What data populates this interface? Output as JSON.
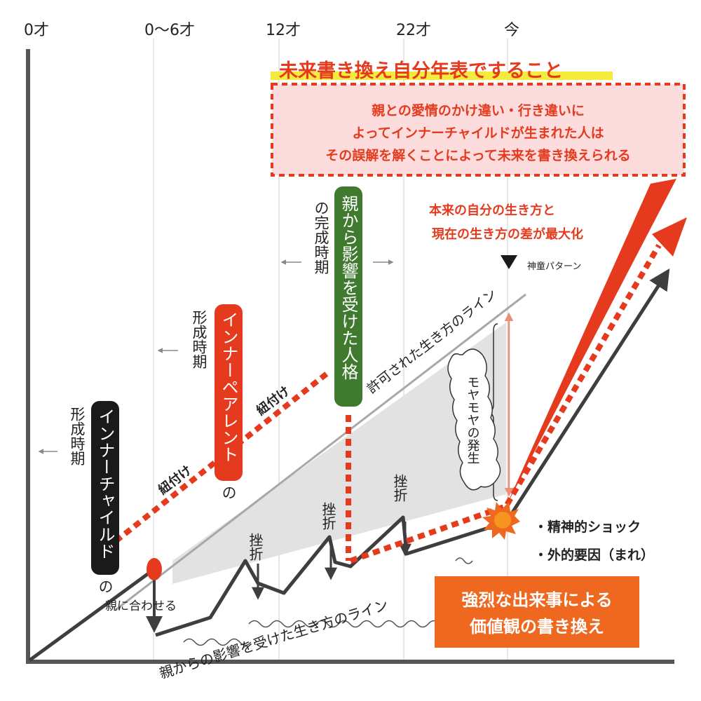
{
  "ages": [
    "0才",
    "0〜6才",
    "12才",
    "22才",
    "今"
  ],
  "title": "未来書き換え自分年表ですること",
  "box_lines": [
    "親との愛情のかけ違い・行き違いに",
    "よってインナーチャイルドが生まれた人は",
    "その誤解を解くことによって未来を書き換えられる"
  ],
  "gap_lines": [
    "本来の自分の生き方と",
    "現在の生き方の差が最大化"
  ],
  "pattern_label": "神童パターン",
  "personality": {
    "label": "親から影響を受けた人格",
    "sub": "の完成時期"
  },
  "parent": {
    "label": "インナーペアレント",
    "no": "の",
    "sub": "形成時期"
  },
  "child": {
    "label": "インナーチャイルド",
    "no": "の",
    "sub": "形成時期"
  },
  "bind_label": "紐付け",
  "setback_label": "挫折",
  "permitted_line": "許可された生き方のライン",
  "influenced_line": "親からの影響を受けた生き方のライン",
  "adapt_label": "親に合わせる",
  "moyamoya": "モヤモヤの発生",
  "shock_items": [
    "・精神的ショック",
    "・外的要因（まれ）"
  ],
  "event_lines": [
    "強烈な出来事による",
    "価値観の書き換え"
  ],
  "colors": {
    "red": "#e53a1e",
    "orange": "#ee6820",
    "green": "#3f7a2e",
    "dark": "#3e3e3e",
    "black": "#1a1a1a",
    "highlight": "#f4ec3c",
    "box_fill": "#fcdcdc"
  }
}
